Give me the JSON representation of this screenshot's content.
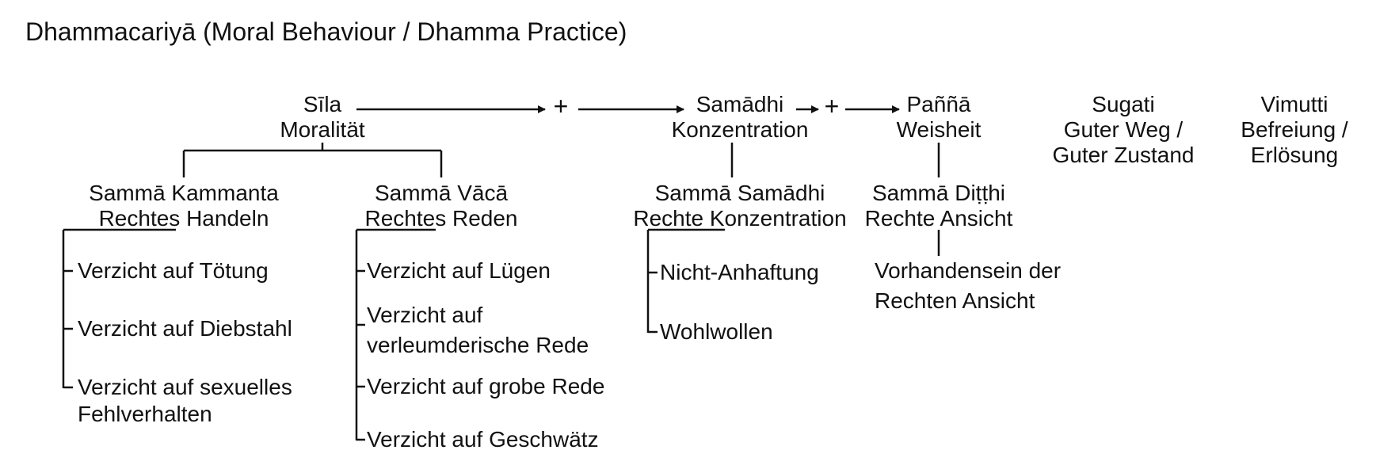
{
  "title": "Dhammacariyā (Moral Behaviour / Dhamma Practice)",
  "plus_sign": "+",
  "stages": {
    "sila": {
      "name": "Sīla",
      "translation": "Moralität"
    },
    "samadhi": {
      "name": "Samādhi",
      "translation": "Konzentration"
    },
    "panna": {
      "name": "Paññā",
      "translation": "Weisheit"
    },
    "sugati": {
      "name": "Sugati",
      "translation_line1": "Guter Weg /",
      "translation_line2": "Guter Zustand"
    },
    "vimutti": {
      "name": "Vimutti",
      "translation_line1": "Befreiung /",
      "translation_line2": "Erlösung"
    }
  },
  "factors": {
    "kammanta": {
      "name": "Sammā Kammanta",
      "translation": "Rechtes Handeln",
      "items": [
        "Verzicht auf Tötung",
        "Verzicht auf Diebstahl",
        "Verzicht auf sexuelles",
        "Fehlverhalten"
      ]
    },
    "vaca": {
      "name": "Sammā Vācā",
      "translation": "Rechtes Reden",
      "items": [
        "Verzicht auf Lügen",
        "Verzicht auf",
        "verleumderische Rede",
        "Verzicht auf grobe Rede",
        "Verzicht auf Geschwätz"
      ]
    },
    "samadhi": {
      "name": "Sammā Samādhi",
      "translation": "Rechte Konzentration",
      "items": [
        "Nicht-Anhaftung",
        "Wohlwollen"
      ]
    },
    "ditthi": {
      "name": "Sammā Diṭṭhi",
      "translation": "Rechte Ansicht",
      "items": [
        "Vorhandensein der",
        "Rechten Ansicht"
      ]
    }
  }
}
